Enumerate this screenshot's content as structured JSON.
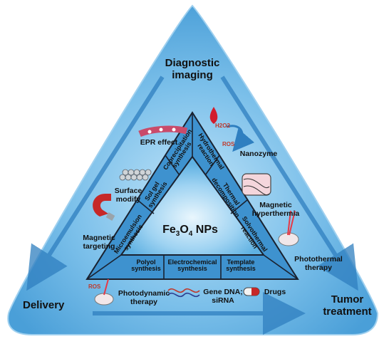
{
  "center": {
    "formula_main": "Fe",
    "formula_sub1": "3",
    "formula_o": "O",
    "formula_sub2": "4",
    "suffix": " NPs"
  },
  "corners": {
    "top": "Diagnostic imaging",
    "left": "Delivery",
    "right": "Tumor treatment"
  },
  "synthesis_methods": [
    "Coprecipitation synthesis",
    "Hydrothermal reaction",
    "Sol gel synthesis",
    "Thermal decomposition",
    "Microemulsion synthesis",
    "Solvothermal reaction",
    "Polyol synthesis",
    "Electrochemical synthesis",
    "Template synthesis"
  ],
  "applications": [
    "EPR effect",
    "Nanozyme",
    "Surface modify",
    "Magnetic hyperthermia",
    "Magnetic targeting",
    "Photothermal therapy",
    "Photodynamic therapy",
    "Gene DNA; siRNA",
    "Drugs"
  ],
  "small_labels": {
    "h2o2": "H2O2",
    "ros_top": "ROS",
    "ros_bottom": "ROS"
  },
  "colors": {
    "outer_fill": "#6bb6e6",
    "inner_bg": "#4aa3dc",
    "arrow": "#2f7fc0",
    "border": "#1a2230"
  }
}
